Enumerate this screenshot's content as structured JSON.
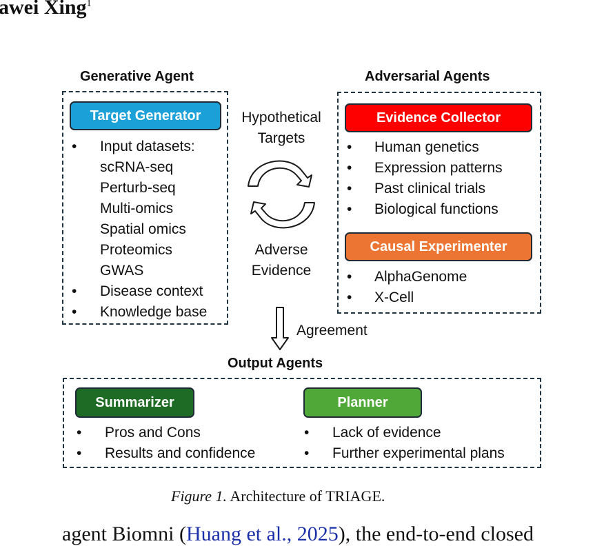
{
  "header": {
    "author_name": "awei Xing",
    "author_sup": "1"
  },
  "figure": {
    "generative": {
      "title": "Generative Agent",
      "pill": {
        "label": "Target Generator",
        "color": "#1ca0d8"
      },
      "items": [
        {
          "bullet": "•",
          "text": "Input datasets:"
        },
        {
          "bullet": "",
          "text": "scRNA-seq"
        },
        {
          "bullet": "",
          "text": "Perturb-seq"
        },
        {
          "bullet": "",
          "text": "Multi-omics"
        },
        {
          "bullet": "",
          "text": "Spatial omics"
        },
        {
          "bullet": "",
          "text": "Proteomics"
        },
        {
          "bullet": "",
          "text": "GWAS"
        },
        {
          "bullet": "•",
          "text": "Disease context"
        },
        {
          "bullet": "•",
          "text": "Knowledge base"
        }
      ]
    },
    "cycle": {
      "top_label_1": "Hypothetical",
      "top_label_2": "Targets",
      "bottom_label_1": "Adverse",
      "bottom_label_2": "Evidence"
    },
    "adversarial": {
      "title": "Adversarial Agents",
      "evidence_pill": {
        "label": "Evidence Collector",
        "color": "#ff0000"
      },
      "evidence_items": [
        "Human genetics",
        "Expression patterns",
        "Past clinical trials",
        "Biological functions"
      ],
      "causal_pill": {
        "label": "Causal Experimenter",
        "color": "#ec7534"
      },
      "causal_items": [
        "AlphaGenome",
        "X-Cell"
      ]
    },
    "agreement": {
      "label": "Agreement"
    },
    "output": {
      "title": "Output Agents",
      "summarizer_pill": {
        "label": "Summarizer",
        "color": "#1e6b26"
      },
      "summarizer_items": [
        "Pros and Cons",
        "Results and confidence"
      ],
      "planner_pill": {
        "label": "Planner",
        "color": "#4fa837"
      },
      "planner_items": [
        "Lack of evidence",
        "Further experimental plans"
      ]
    },
    "bullet": "•"
  },
  "caption": {
    "label": "Figure 1.",
    "text": "Architecture of TRIAGE."
  },
  "body_text": {
    "prefix": "agent Biomni (",
    "citation": "Huang et al., 2025",
    "suffix": "), the end-to-end closed"
  }
}
